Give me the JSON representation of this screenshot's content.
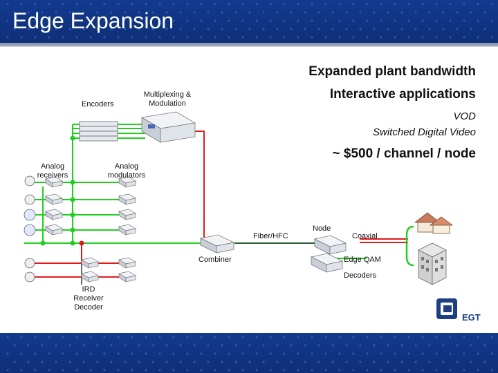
{
  "title": "Edge Expansion",
  "bullets": {
    "line1": "Expanded plant bandwidth",
    "line2": "Interactive applications",
    "line3": "VOD",
    "line4": "Switched Digital Video",
    "price": "~ $500 / channel / node"
  },
  "labels": {
    "encoders": "Encoders",
    "mux_line1": "Multiplexing &",
    "mux_line2": "Modulation",
    "analog_receivers_1": "Analog",
    "analog_receivers_2": "receivers",
    "analog_modulators_1": "Analog",
    "analog_modulators_2": "modulators",
    "fiber": "Fiber/HFC",
    "node": "Node",
    "coaxial": "Coaxial",
    "combiner": "Combiner",
    "edge_qam": "Edge QAM",
    "decoders": "Decoders",
    "ird_1": "IRD",
    "ird_2": "Receiver",
    "ird_3": "Decoder"
  },
  "logo": {
    "text": "EGT"
  },
  "colors": {
    "band": "#123a8e",
    "green_link": "#1fd11f",
    "red_link": "#e21a1a",
    "dark_link": "#333333",
    "logo": "#1e3f86"
  }
}
